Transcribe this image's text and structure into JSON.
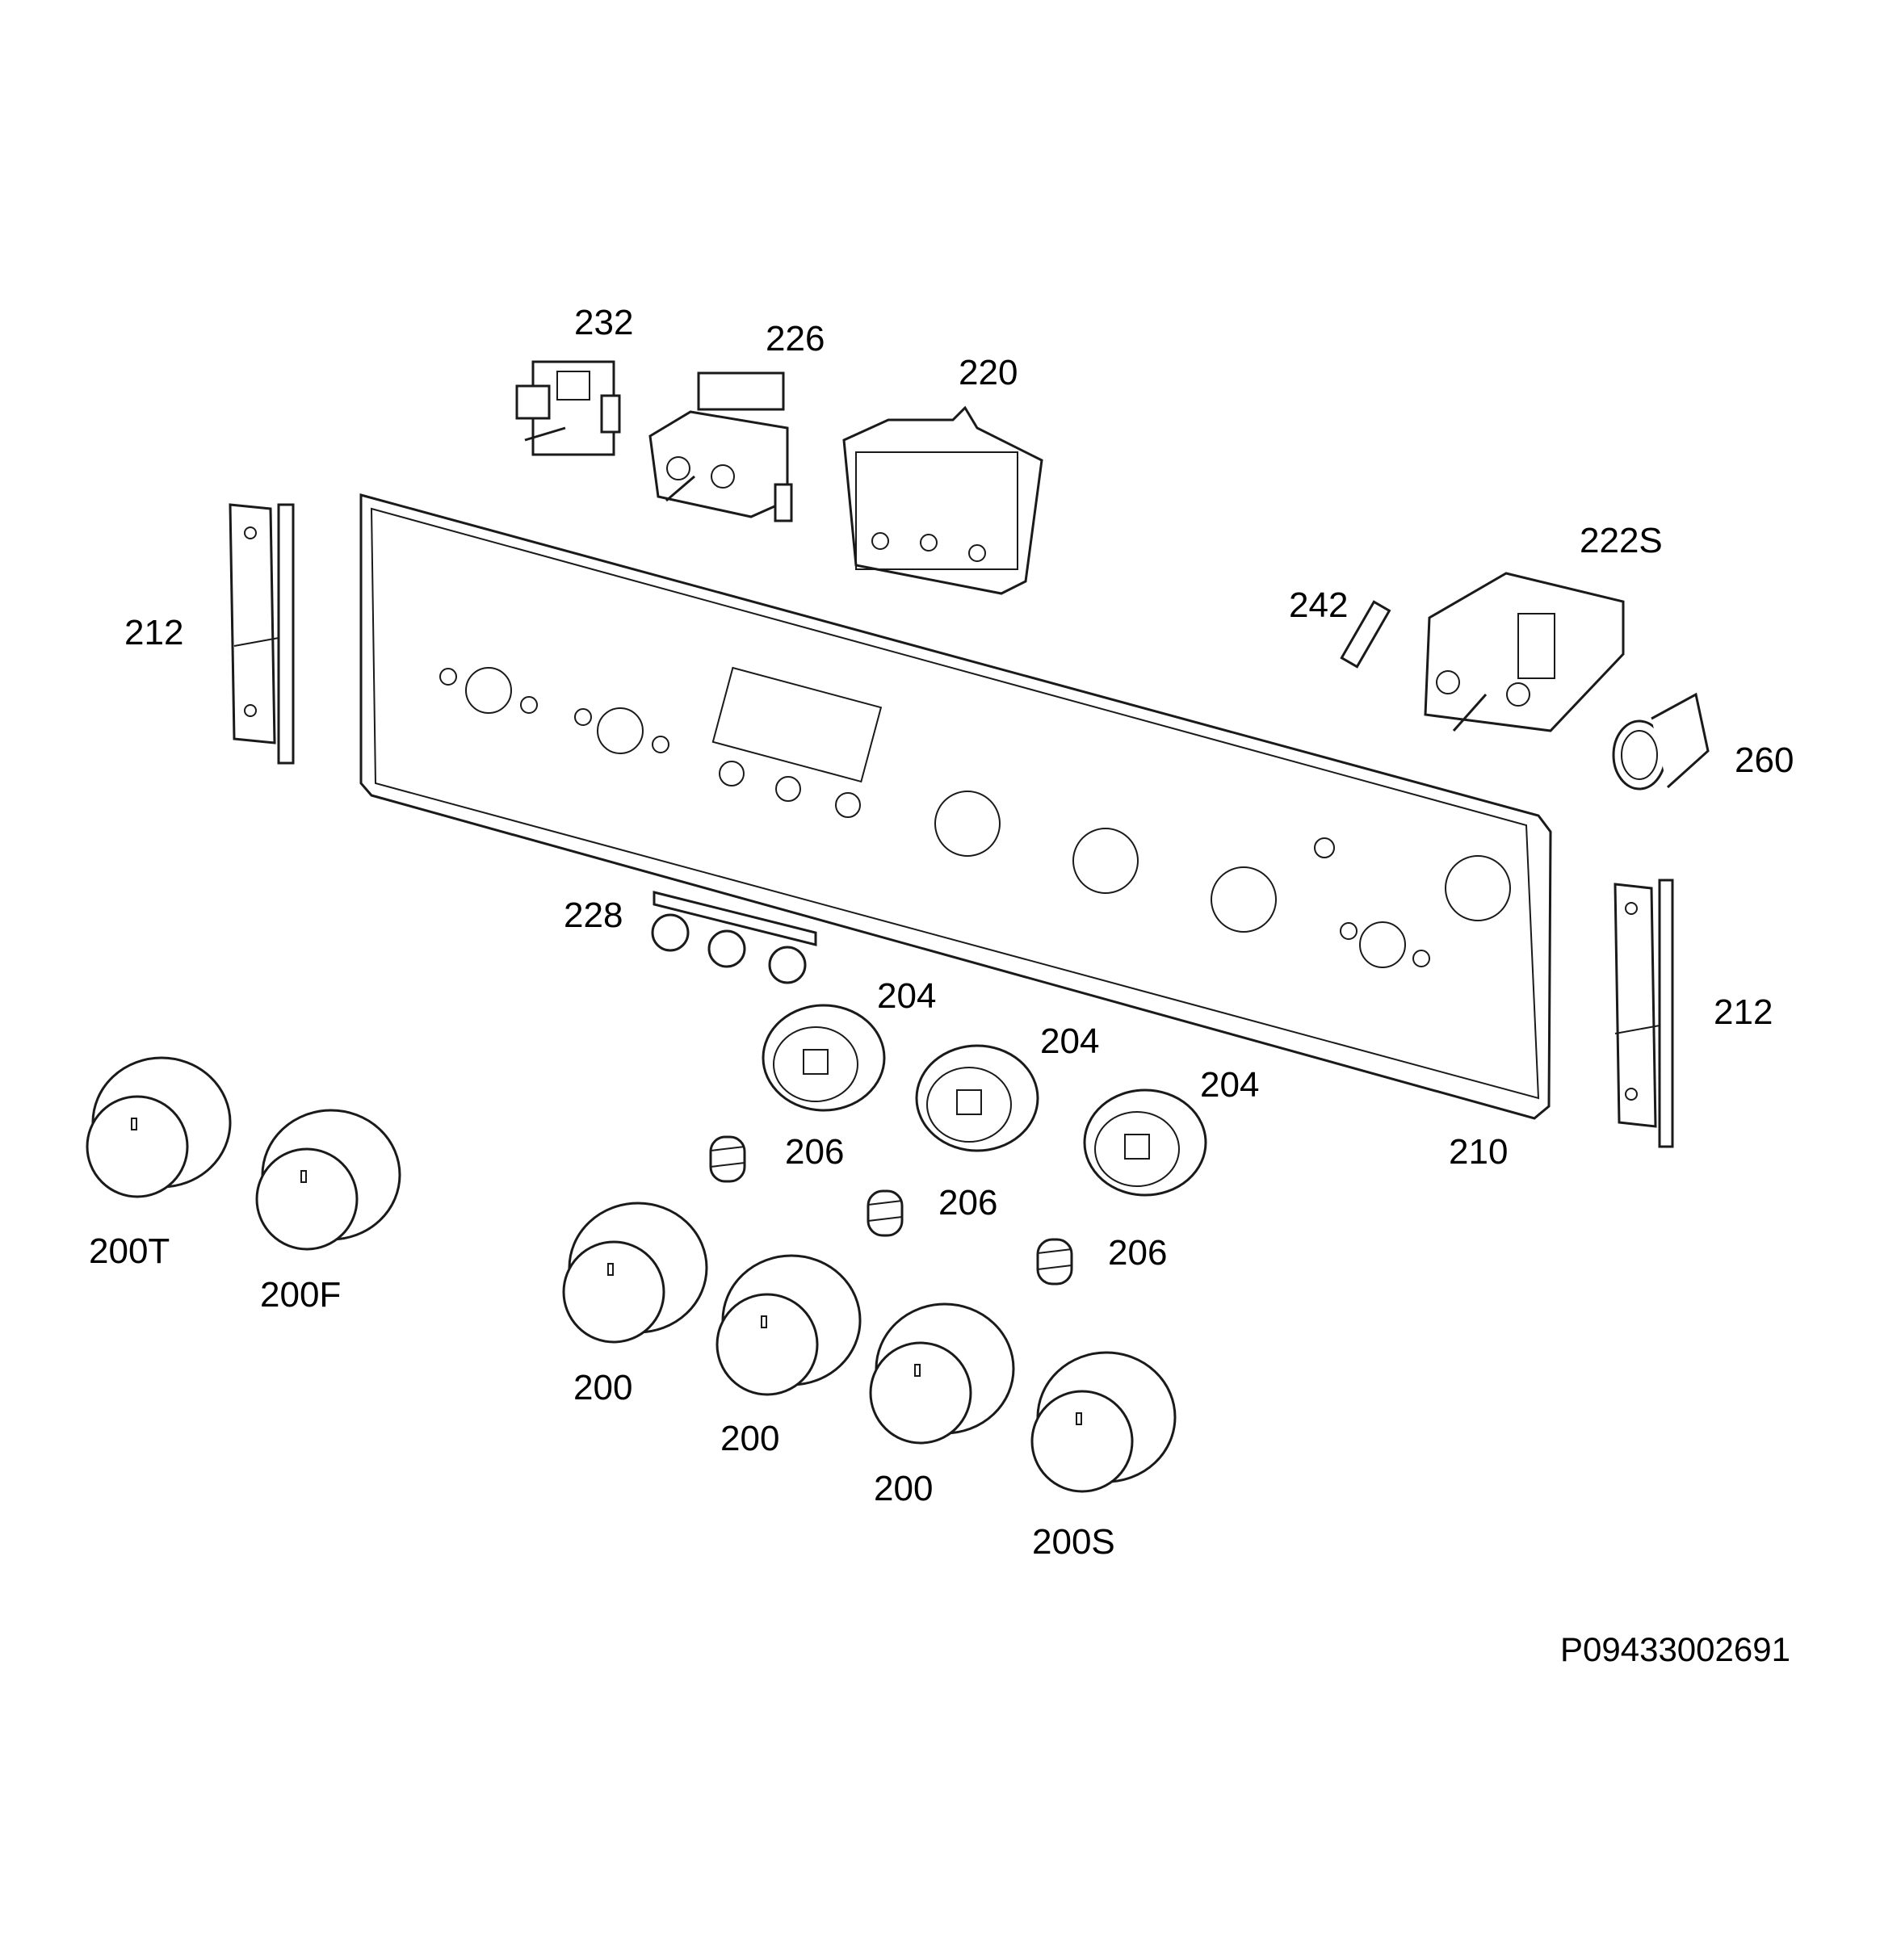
{
  "diagram": {
    "drawing_number": "P09433002691",
    "labels": {
      "p232": "232",
      "p226": "226",
      "p220": "220",
      "p212_left": "212",
      "p212_right": "212",
      "p242": "242",
      "p222s": "222S",
      "p260": "260",
      "p228": "228",
      "p204_a": "204",
      "p204_b": "204",
      "p204_c": "204",
      "p206_a": "206",
      "p206_b": "206",
      "p206_c": "206",
      "p210": "210",
      "p200t": "200T",
      "p200f": "200F",
      "p200_a": "200",
      "p200_b": "200",
      "p200_c": "200",
      "p200s": "200S"
    }
  }
}
